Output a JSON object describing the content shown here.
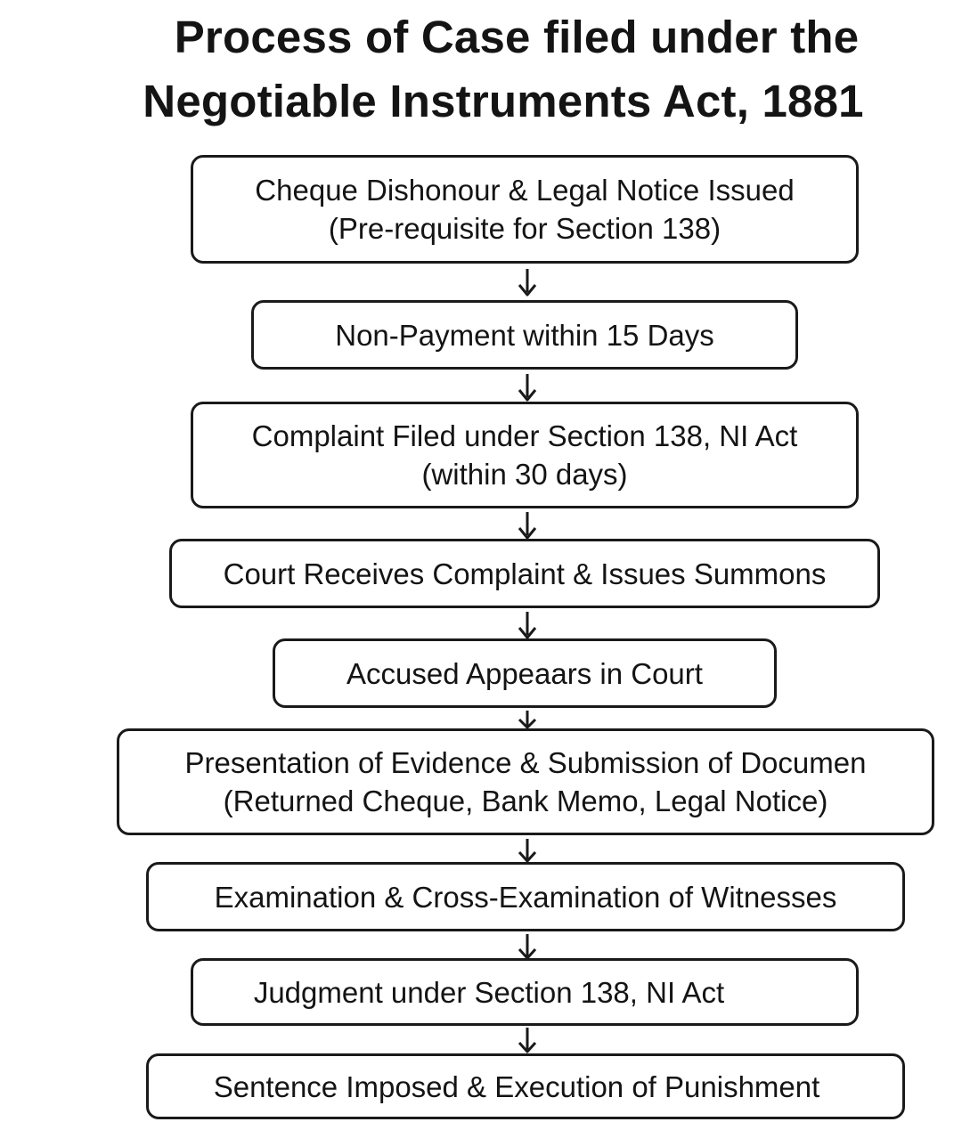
{
  "title": {
    "line1": "Process of Case filed under the",
    "line2": "Negotiable Instruments Act, 1881"
  },
  "steps": [
    {
      "line1": "Cheque Dishonour & Legal Notice Issued",
      "line2": "(Pre-requisite for Section 138)"
    },
    {
      "line1": "Non-Payment within 15 Days"
    },
    {
      "line1": "Complaint Filed under Section 138, NI Act",
      "line2": "(within 30 days)"
    },
    {
      "line1": "Court Receives Complaint & Issues Summons"
    },
    {
      "line1": "Accused Appeaars in Court"
    },
    {
      "line1": "Presentation of Evidence & Submission of Documen",
      "line2": "(Returned Cheque, Bank Memo, Legal Notice)"
    },
    {
      "line1": "Examination & Cross-Examination of Witnesses"
    },
    {
      "line1": "Judgment under Section 138, NI Act"
    },
    {
      "line1": "Sentence Imposed & Execution of Punishment"
    }
  ]
}
